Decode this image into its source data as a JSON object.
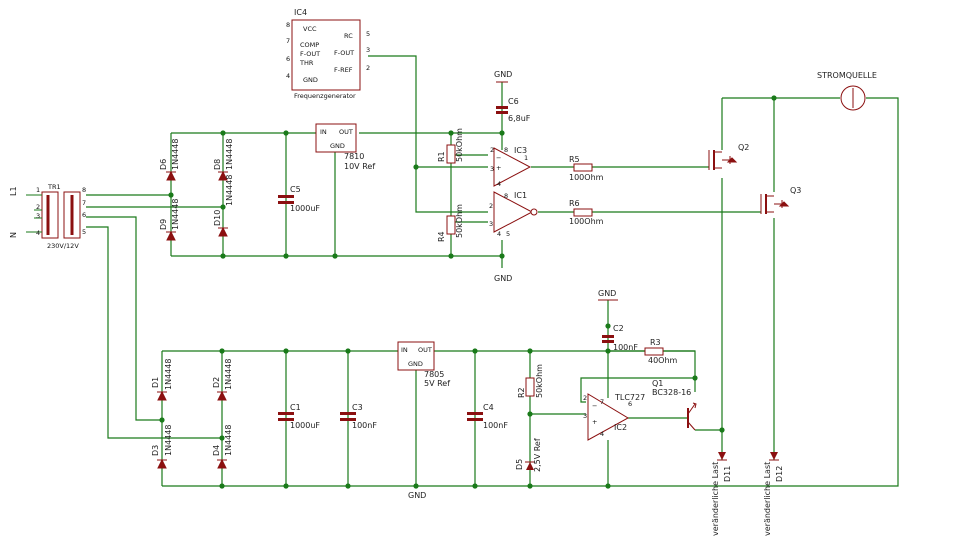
{
  "colors": {
    "wire": "#1a7a1a",
    "part": "#8b1010",
    "text": "#222222"
  },
  "ic4": {
    "name": "IC4",
    "caption": "Frequenzgenerator",
    "pins": {
      "vcc": "VCC",
      "comp": "COMP",
      "fout": "F-OUT",
      "thr": "THR",
      "gnd": "GND",
      "rc": "RC",
      "fout2": "F-OUT",
      "fref": "F-REF"
    },
    "pinnums": [
      "8",
      "7",
      "6",
      "4",
      "5",
      "3",
      "2"
    ]
  },
  "transformer": {
    "name": "TR1",
    "spec": "230V/12V",
    "l1": "L1",
    "n": "N",
    "pins": [
      "1",
      "2",
      "3",
      "4",
      "8",
      "7",
      "6",
      "5"
    ]
  },
  "diodes": {
    "d6": {
      "name": "D6",
      "type": "1N4448"
    },
    "d8": {
      "name": "D8",
      "type": "1N4448"
    },
    "d9": {
      "name": "D9",
      "type": "1N4448"
    },
    "d10": {
      "name": "D10",
      "type": "1N4448"
    },
    "d1": {
      "name": "D1",
      "type": "1N4448"
    },
    "d2": {
      "name": "D2",
      "type": "1N4448"
    },
    "d3": {
      "name": "D3",
      "type": "1N4448"
    },
    "d4": {
      "name": "D4",
      "type": "1N4448"
    },
    "d5": {
      "name": "D5",
      "type": "2,5V Ref"
    }
  },
  "caps": {
    "c5": {
      "name": "C5",
      "value": "1000uF"
    },
    "c6": {
      "name": "C6",
      "value": "6,8uF"
    },
    "c1": {
      "name": "C1",
      "value": "1000uF"
    },
    "c3": {
      "name": "C3",
      "value": "100nF"
    },
    "c4": {
      "name": "C4",
      "value": "100nF"
    },
    "c2": {
      "name": "C2",
      "value": "100nF"
    }
  },
  "regs": {
    "r7810": {
      "in": "IN",
      "out": "OUT",
      "gnd": "GND",
      "name": "7810",
      "desc": "10V Ref"
    },
    "r7805": {
      "in": "IN",
      "out": "OUT",
      "gnd": "GND",
      "name": "7805",
      "desc": "5V Ref"
    }
  },
  "resistors": {
    "r1": {
      "name": "R1",
      "value": "50kOhm"
    },
    "r4": {
      "name": "R4",
      "value": "50kOhm"
    },
    "r5": {
      "name": "R5",
      "value": "100Ohm"
    },
    "r6": {
      "name": "R6",
      "value": "100Ohm"
    },
    "r2": {
      "name": "R2",
      "value": "50kOhm"
    },
    "r3": {
      "name": "R3",
      "value": "40Ohm"
    }
  },
  "ics": {
    "ic3": {
      "name": "IC3",
      "pins": [
        "2",
        "3",
        "8",
        "4",
        "1"
      ]
    },
    "ic1": {
      "name": "IC1",
      "pins": [
        "2",
        "3",
        "8",
        "4",
        "5"
      ]
    },
    "ic2": {
      "name": "IC2",
      "type": "TLC727",
      "pins": [
        "2",
        "3",
        "6",
        "7",
        "4"
      ]
    }
  },
  "transistors": {
    "q1": {
      "name": "Q1",
      "type": "BC328-16"
    },
    "q2": {
      "name": "Q2"
    },
    "q3": {
      "name": "Q3"
    }
  },
  "source": {
    "label": "STROMQUELLE"
  },
  "loads": {
    "d11": {
      "name": "D11",
      "label": "veränderliche Last"
    },
    "d12": {
      "name": "D12",
      "label": "veränderliche Last"
    }
  },
  "gnd": "GND"
}
